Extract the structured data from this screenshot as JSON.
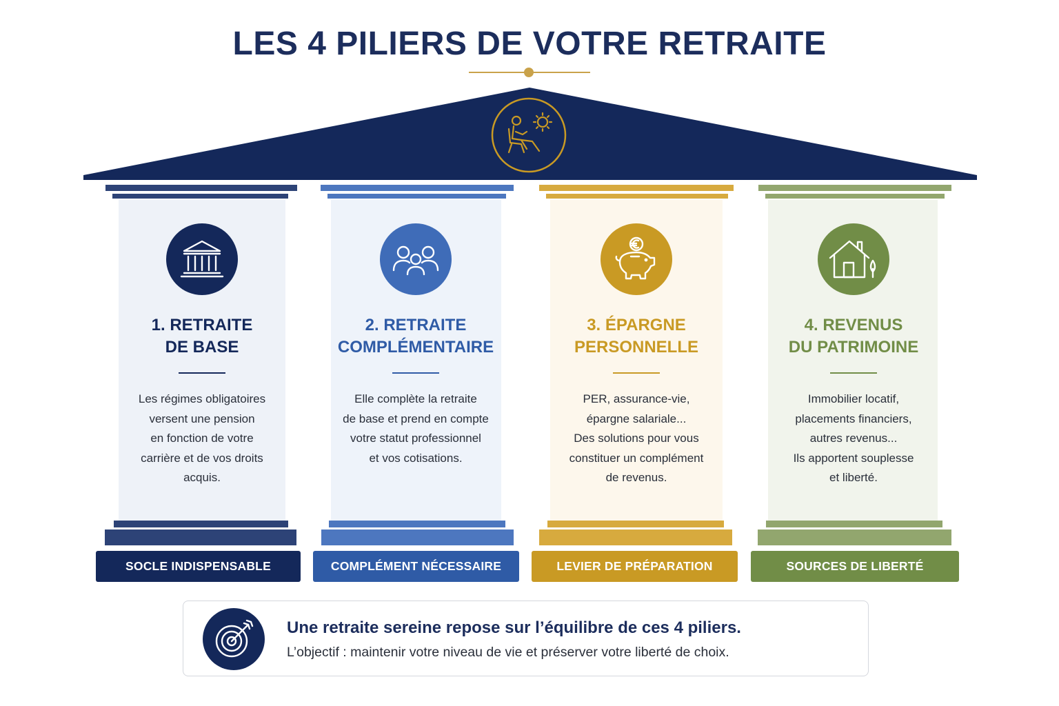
{
  "title": "LES 4 PILIERS DE VOTRE RETRAITE",
  "roof": {
    "icon": "retiree-relaxing-icon"
  },
  "pillars": [
    {
      "icon": "bank-building-icon",
      "title_line1": "1. RETRAITE",
      "title_line2": "DE BASE",
      "desc_lines": [
        "Les régimes obligatoires",
        "versent une pension",
        "en fonction de votre",
        "carrière et de vos droits",
        "acquis."
      ],
      "label": "SOCLE INDISPENSABLE",
      "color": "#14285a"
    },
    {
      "icon": "people-group-icon",
      "title_line1": "2. RETRAITE",
      "title_line2": "COMPLÉMENTAIRE",
      "desc_lines": [
        "Elle complète la retraite",
        "de base et prend en compte",
        "votre statut professionnel",
        "et vos cotisations."
      ],
      "label": "COMPLÉMENT NÉCESSAIRE",
      "color": "#2f5ba6"
    },
    {
      "icon": "piggy-bank-euro-icon",
      "title_line1": "3. ÉPARGNE",
      "title_line2": "PERSONNELLE",
      "desc_lines": [
        "PER, assurance-vie,",
        "épargne salariale...",
        "Des solutions pour vous",
        "constituer un complément",
        "de revenus."
      ],
      "label": "LEVIER DE PRÉPARATION",
      "color": "#c99a24"
    },
    {
      "icon": "house-tree-icon",
      "title_line1": "4. REVENUS",
      "title_line2": "DU PATRIMOINE",
      "desc_lines": [
        "Immobilier locatif,",
        "placements financiers,",
        "autres revenus...",
        "Ils apportent souplesse",
        "et liberté."
      ],
      "label": "SOURCES DE LIBERTÉ",
      "color": "#718d47"
    }
  ],
  "summary": {
    "icon": "target-arrow-icon",
    "headline": "Une retraite sereine repose sur l’équilibre de ces 4 piliers.",
    "subline": "L’objectif : maintenir votre niveau de vie et préserver votre liberté de choix."
  }
}
